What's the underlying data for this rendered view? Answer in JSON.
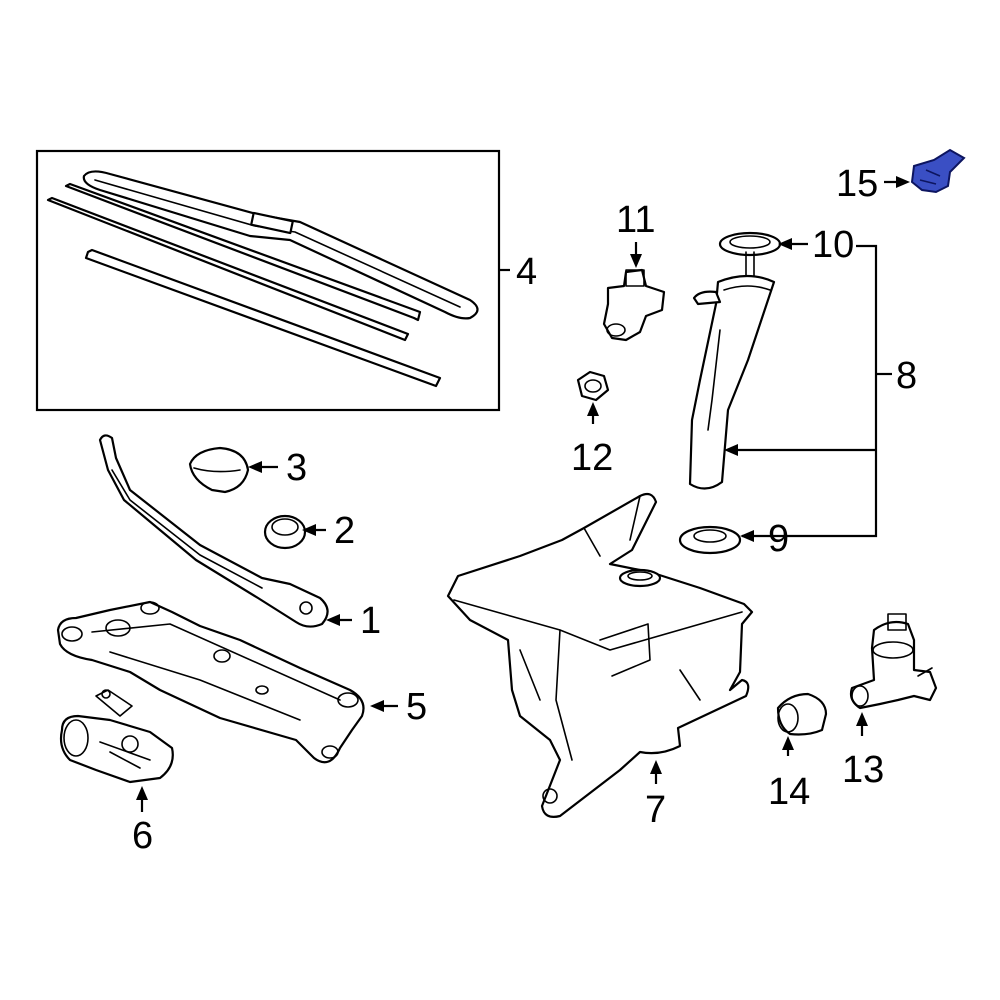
{
  "callouts": {
    "c1": "1",
    "c2": "2",
    "c3": "3",
    "c4": "4",
    "c5": "5",
    "c6": "6",
    "c7": "7",
    "c8": "8",
    "c9": "9",
    "c10": "10",
    "c11": "11",
    "c12": "12",
    "c13": "13",
    "c14": "14",
    "c15": "15"
  },
  "colors": {
    "line": "#000000",
    "background": "#ffffff",
    "highlight_fill": "#3a4fc4",
    "highlight_stroke": "#0d1560"
  },
  "highlighted_part": "15"
}
